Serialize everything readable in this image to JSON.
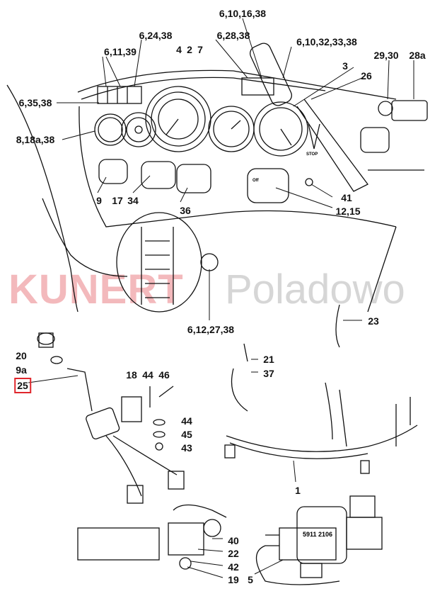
{
  "watermark": {
    "brand": "KUNERT",
    "location": "Poladowo"
  },
  "callouts": {
    "c6_10_16_38": "6,10,16,38",
    "c6_24_38": "6,24,38",
    "c6_28_38": "6,28,38",
    "c6_10_32_33_38": "6,10,32,33,38",
    "c6_11_39": "6,11,39",
    "c4": "4",
    "c2": "2",
    "c7": "7",
    "c29_30": "29,30",
    "c28a": "28a",
    "c3": "3",
    "c26": "26",
    "c6_35_38": "6,35,38",
    "c8_18a_38": "8,18a,38",
    "c9": "9",
    "c17": "17",
    "c34": "34",
    "c36": "36",
    "c41": "41",
    "c12_15": "12,15",
    "c6_12_27_38": "6,12,27,38",
    "c23": "23",
    "c20": "20",
    "c9a": "9a",
    "c25": "25",
    "c21": "21",
    "c37": "37",
    "c18": "18",
    "c44a": "44",
    "c46": "46",
    "c44b": "44",
    "c45": "45",
    "c43": "43",
    "c1": "1",
    "c40": "40",
    "c22": "22",
    "c42": "42",
    "c19": "19",
    "c5": "5"
  },
  "part_marking": "5911 2106",
  "gauge_text": {
    "stop": "STOP",
    "off": "Off"
  },
  "highlight_color": "#e0262c"
}
